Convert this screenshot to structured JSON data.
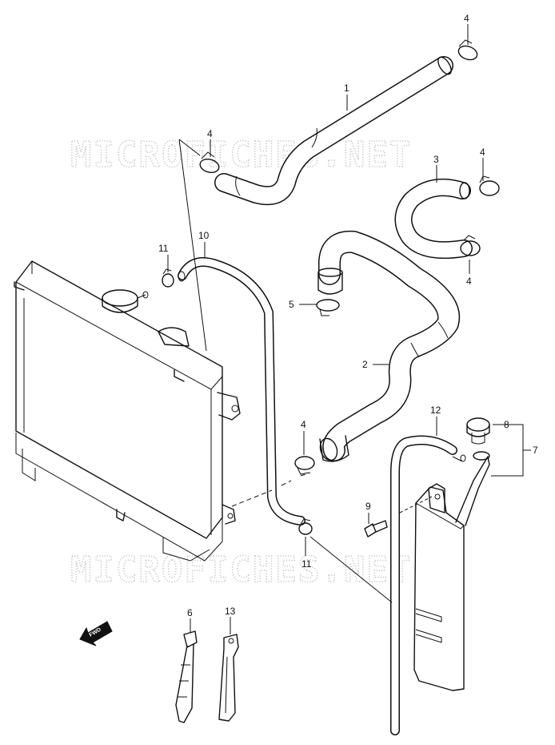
{
  "watermark": {
    "text": "MICROFICHES.NET"
  },
  "direction_indicator": {
    "label": "FWD"
  },
  "callouts": {
    "c1": "1",
    "c2": "2",
    "c3": "3",
    "c4a": "4",
    "c4b": "4",
    "c4c": "4",
    "c4d": "4",
    "c4e": "4",
    "c5": "5",
    "c6": "6",
    "c7": "7",
    "c8": "8",
    "c9": "9",
    "c10": "10",
    "c11a": "11",
    "c11b": "11",
    "c12": "12",
    "c13": "13"
  }
}
